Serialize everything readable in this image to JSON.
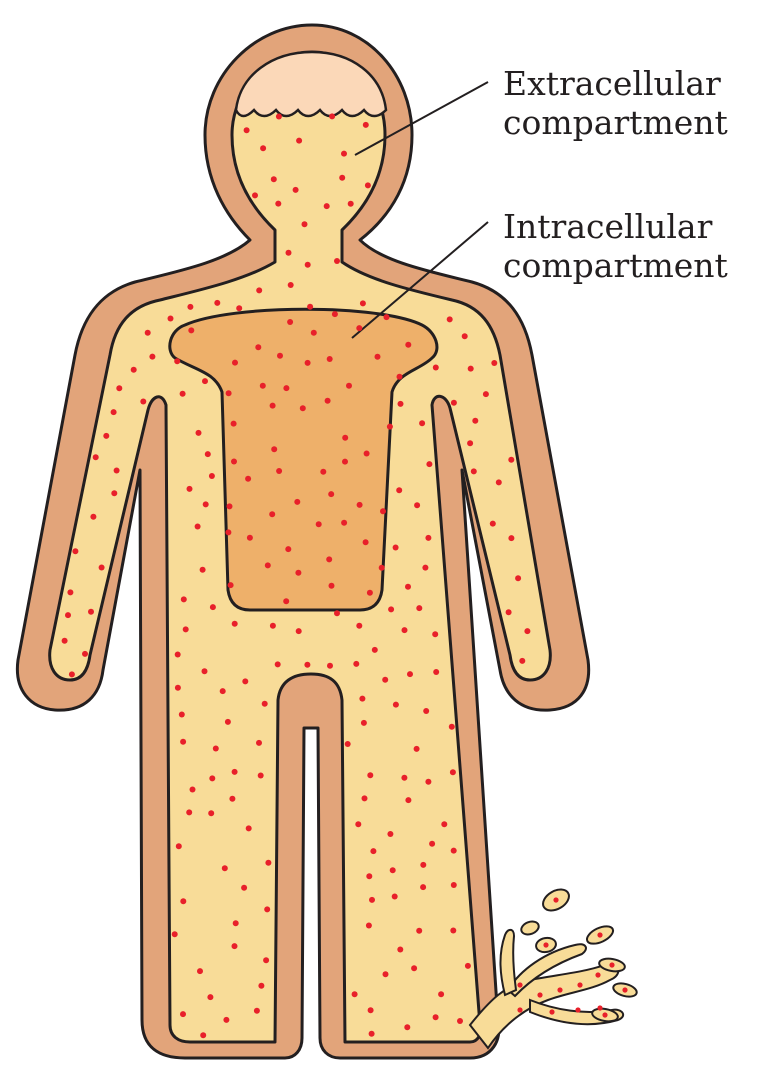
{
  "labels": {
    "extracellular": {
      "line1": "Extracellular",
      "line2": "compartment"
    },
    "intracellular": {
      "line1": "Intracellular",
      "line2": "compartment"
    }
  },
  "colors": {
    "skin": "#e2a47a",
    "extracellular_fluid": "#f8dc98",
    "intracellular_fluid": "#eeb06a",
    "head_air": "#fbd8b8",
    "particles": "#e8202a",
    "outline": "#231f20"
  },
  "icons": {
    "leak": "fluid-leak-spray-icon"
  }
}
